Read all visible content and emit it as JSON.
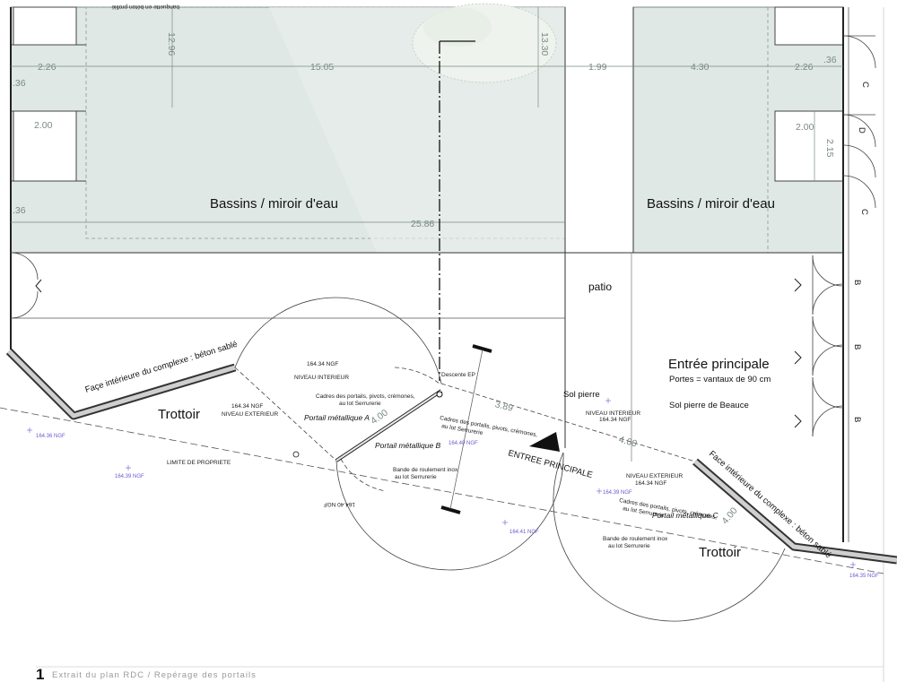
{
  "labels": {
    "basin_left": "Bassins / miroir d'eau",
    "basin_right": "Bassins / miroir d'eau",
    "patio": "patio",
    "entree_title": "Entrée principale",
    "entree_doors": "Portes = vantaux de 90 cm",
    "sol_beauce": "Sol pierre de Beauce",
    "sol_pierre": "Sol pierre",
    "trottoir_left": "Trottoir",
    "trottoir_right": "Trottoir",
    "facade_left": "Façe intérieure du complexe : béton sablé",
    "facade_right": "Face intérieure du complexe : béton sablé",
    "entree_principale": "ENTREE PRINCIPALE",
    "descente": "Descente EP",
    "limite": "LIMITE DE PROPRIETE",
    "portail_a": "Portail métallique A",
    "portail_b": "Portail métallique B",
    "portail_c": "Portail métallique C",
    "cadres_1": "Cadres des portails, pivots, crémones,",
    "cadres_2": "au lot Serrurerie",
    "bande_1": "Bande de roulement inox",
    "bande_2": "au lot Serrurerie",
    "niveau_interieur": "NIVEAU INTERIEUR",
    "niveau_exterieur": "NIVEAU EXTERIEUR",
    "banquette": "banquette en béton profilé"
  },
  "levels": {
    "n16434": "164.34 NGF",
    "n16436": "164.36 NGF",
    "n16439": "164.39 NGF",
    "n16440": "164.40 NGF",
    "n16441": "164.41 NGF",
    "n16435": "164.35 NGF"
  },
  "dimensions": {
    "d226": "2.26",
    "d1505": "15.05",
    "d199": "1.99",
    "d430": "4.30",
    "d36": ".36",
    "d200": "2.00",
    "d215": "2.15",
    "d2586": "25.86",
    "d1296": "12.96",
    "d1330": "13.30",
    "d400": "4.00",
    "d389": "3.89"
  },
  "door_marks": {
    "c": "C",
    "d": "D",
    "b": "B"
  },
  "caption": {
    "number": "1",
    "text": "Extrait du plan RDC / Repérage des portails"
  }
}
